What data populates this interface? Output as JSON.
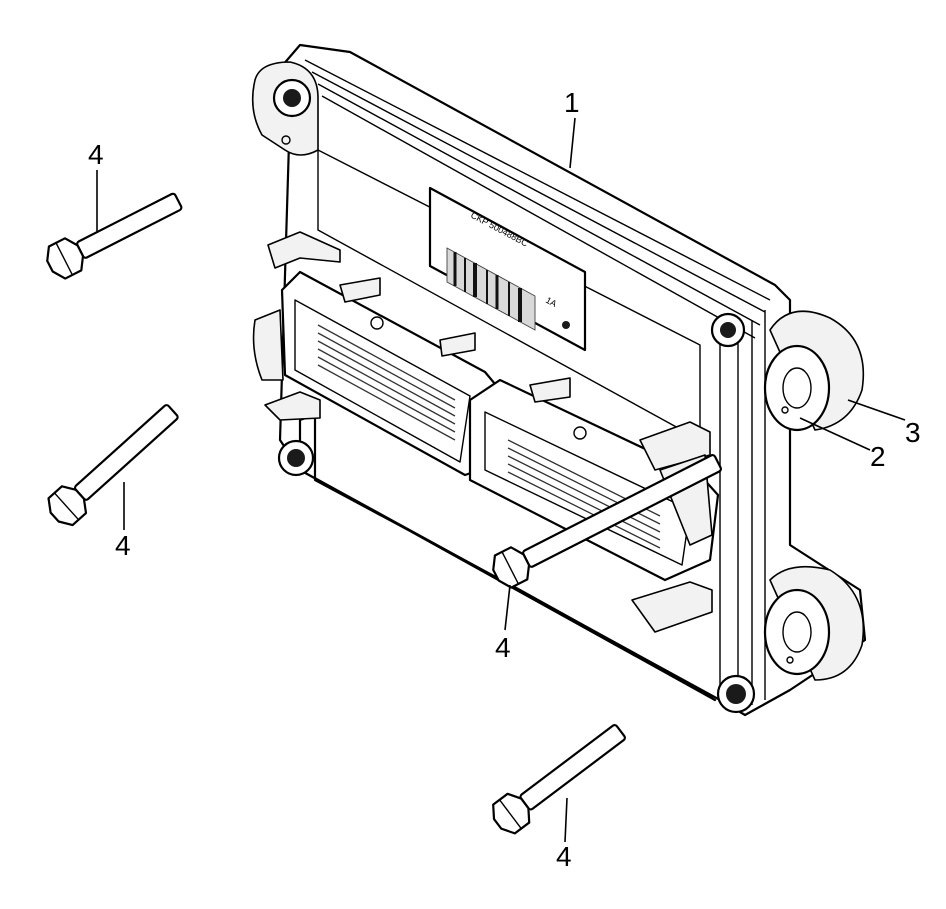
{
  "diagram": {
    "label_text": "CKP 500488BC",
    "label_small_text": "1A",
    "callouts": [
      {
        "id": "c1",
        "text": "1"
      },
      {
        "id": "c2",
        "text": "2"
      },
      {
        "id": "c3",
        "text": "3"
      },
      {
        "id": "c4a",
        "text": "4"
      },
      {
        "id": "c4b",
        "text": "4"
      },
      {
        "id": "c4c",
        "text": "4"
      },
      {
        "id": "c4d",
        "text": "4"
      }
    ],
    "colors": {
      "line": "#000000",
      "background": "#ffffff",
      "fill": "#f2f2f2"
    }
  }
}
